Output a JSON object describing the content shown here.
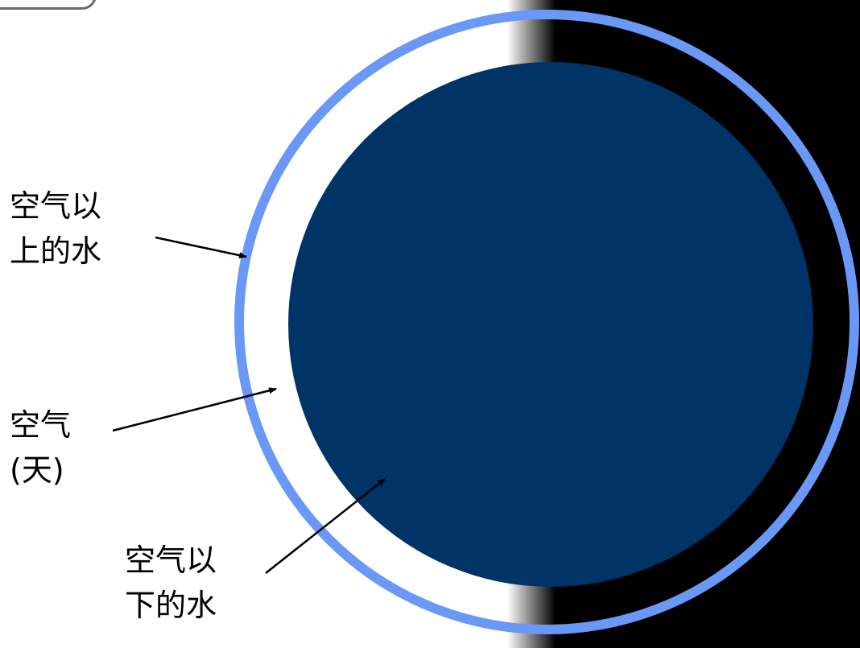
{
  "labels": {
    "upper_water": [
      "空气以",
      "上的水"
    ],
    "air": [
      "空气",
      "(天)"
    ],
    "lower_water": [
      "空气以",
      "下的水"
    ]
  },
  "colors": {
    "outer_ring": "#6a98f6",
    "earth": "#003366",
    "background_light": "#ffffff",
    "background_dark": "#000000",
    "arrow": "#000000"
  }
}
